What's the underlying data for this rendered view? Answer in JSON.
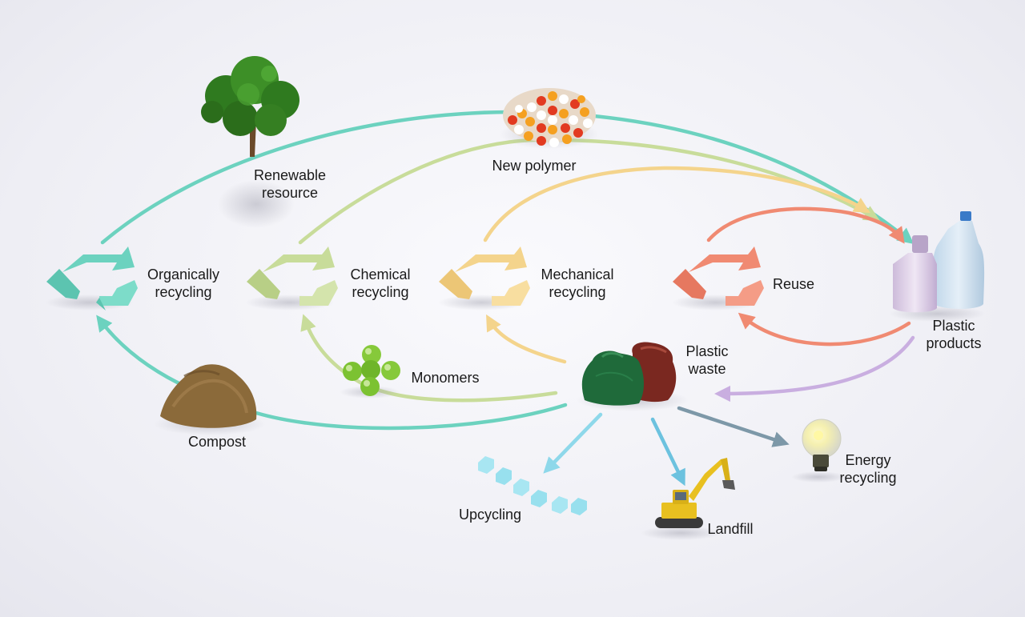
{
  "nodes": {
    "renewable_resource": {
      "line1": "Renewable",
      "line2": "resource",
      "icon": "tree-icon"
    },
    "new_polymer": {
      "label": "New polymer",
      "icon": "polymer-beads-icon"
    },
    "organically_recycling": {
      "line1": "Organically",
      "line2": "recycling",
      "icon": "recycle-arrows-icon"
    },
    "chemical_recycling": {
      "line1": "Chemical",
      "line2": "recycling",
      "icon": "recycle-arrows-icon"
    },
    "mechanical_recycling": {
      "line1": "Mechanical",
      "line2": "recycling",
      "icon": "recycle-arrows-icon"
    },
    "reuse": {
      "label": "Reuse",
      "icon": "recycle-arrows-icon"
    },
    "plastic_products": {
      "line1": "Plastic",
      "line2": "products",
      "icon": "bottles-icon"
    },
    "plastic_waste": {
      "line1": "Plastic",
      "line2": "waste",
      "icon": "garbage-bags-icon"
    },
    "monomers": {
      "label": "Monomers",
      "icon": "monomer-spheres-icon"
    },
    "compost": {
      "label": "Compost",
      "icon": "compost-pile-icon"
    },
    "upcycling": {
      "label": "Upcycling",
      "icon": "hexagon-chain-icon"
    },
    "landfill": {
      "label": "Landfill",
      "icon": "excavator-icon"
    },
    "energy_recycling": {
      "line1": "Energy",
      "line2": "recycling",
      "icon": "light-bulb-icon"
    }
  },
  "colors": {
    "organic": "#6cd2bf",
    "chemical": "#c8dc9a",
    "mechanical": "#f4d48c",
    "reuse": "#f08a72",
    "products_to_waste": "#c9aee0",
    "upcycling": "#8ed8ea",
    "landfill": "#6cc2df",
    "energy": "#7d98a8"
  }
}
